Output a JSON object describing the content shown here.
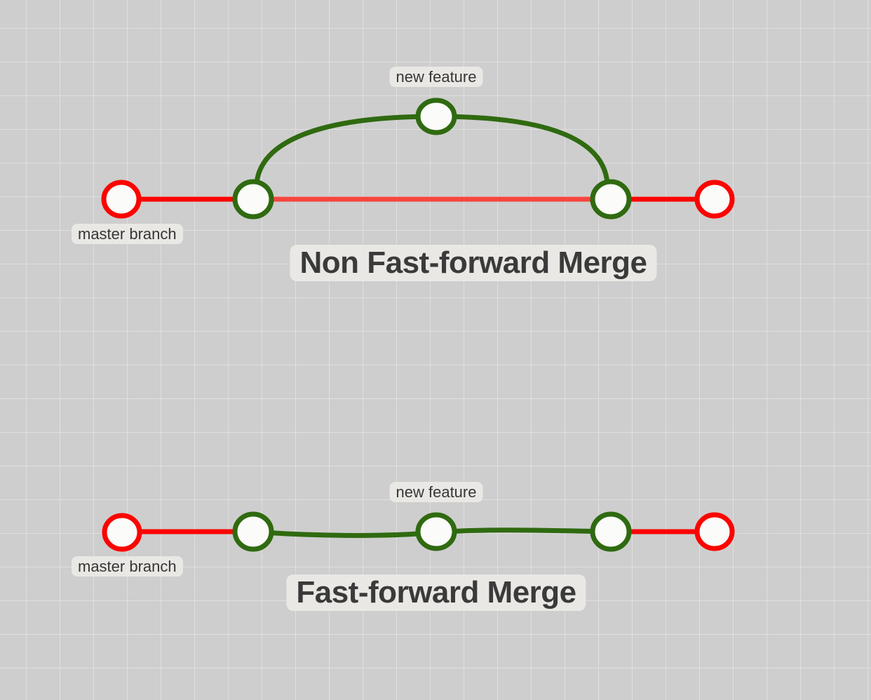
{
  "colors": {
    "bg": "#cecece",
    "master": "#fb0300",
    "master-light": "#f6463f",
    "feature": "#2f6a10",
    "node-fill": "#fbfbf9",
    "label-bg": "#eae8e4",
    "label-text": "#363636",
    "title-text": "#3a3a3a"
  },
  "diagrams": {
    "non_ff": {
      "title": "Non Fast-forward Merge",
      "feature_label": "new feature",
      "branch_label": "master branch",
      "commit_count": 5
    },
    "ff": {
      "title": "Fast-forward Merge",
      "feature_label": "new feature",
      "branch_label": "master branch",
      "commit_count": 5
    }
  }
}
